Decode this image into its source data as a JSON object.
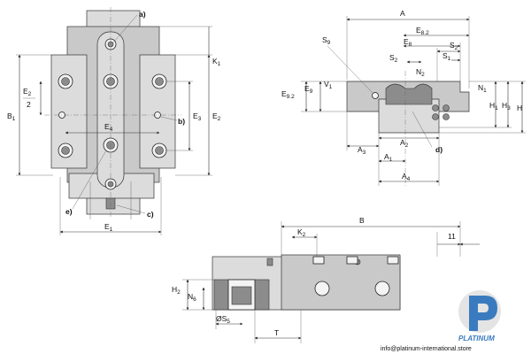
{
  "top_view": {
    "labels": {
      "a": "a)",
      "b": "b)",
      "c": "c)",
      "e": "e)",
      "d": "d)"
    },
    "dims": {
      "K1": "K",
      "K1_sub": "1",
      "E2_half_num": "E",
      "E2_half_num_sub": "2",
      "E2_half_den": "2",
      "E3": "E",
      "E3_sub": "3",
      "E2": "E",
      "E2_sub": "2",
      "B1": "B",
      "B1_sub": "1",
      "E4": "E",
      "E4_sub": "4",
      "E1": "E",
      "E1_sub": "1"
    }
  },
  "front_view": {
    "dims": {
      "A": "A",
      "E82": "E",
      "E82_sub": "8.2",
      "S9": "S",
      "S9_sub": "9",
      "E8": "E",
      "E8_sub": "8",
      "S2a": "S",
      "S2a_sub": "2",
      "S2b": "S",
      "S2b_sub": "2",
      "S1": "S",
      "S1_sub": "1",
      "N2": "N",
      "N2_sub": "2",
      "N1": "N",
      "N1_sub": "1",
      "E9": "E",
      "E9_sub": "9",
      "E92": "E",
      "E92_sub": "9.2",
      "V1": "V",
      "V1_sub": "1",
      "H1": "H",
      "H1_sub": "1",
      "H3": "H",
      "H3_sub": "3",
      "H": "H",
      "A3": "A",
      "A3_sub": "3",
      "A2": "A",
      "A2_sub": "2",
      "A1": "A",
      "A1_sub": "1",
      "A4": "A",
      "A4_sub": "4"
    }
  },
  "side_view": {
    "dims": {
      "B": "B",
      "K2": "K",
      "K2_sub": "2",
      "n11": "11",
      "H2": "H",
      "H2_sub": "2",
      "N6": "N",
      "N6_sub": "6",
      "S5": "ØS",
      "S5_sub": "5",
      "T": "T"
    }
  },
  "brand": {
    "name": "PLATINUM",
    "email": "info@platinum-international.store",
    "colors": {
      "primary": "#3a7bbf",
      "accent": "#e0e0e0"
    }
  }
}
